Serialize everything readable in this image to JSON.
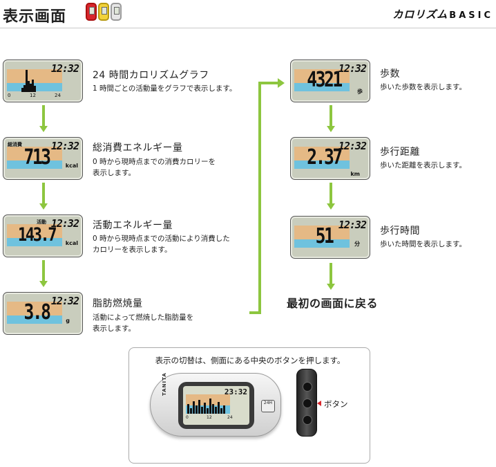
{
  "header": {
    "title": "表示画面",
    "brand": "カロリズム",
    "brand_suffix": "BASIC"
  },
  "screens_left": [
    {
      "title": "24 時間カロリズムグラフ",
      "desc_lines": [
        "1 時間ごとの活動量をグラフで表示します。"
      ],
      "clock": "12:32",
      "ticks": [
        "0",
        "12",
        "24"
      ]
    },
    {
      "title": "総消費エネルギー量",
      "desc_lines": [
        "0 時から現時点までの消費カロリーを",
        "表示します。"
      ],
      "clock": "12:32",
      "top_label": "総消費",
      "value": "713",
      "unit": "kcal"
    },
    {
      "title": "活動エネルギー量",
      "desc_lines": [
        "0 時から現時点までの活動により消費した",
        "カロリーを表示します。"
      ],
      "clock": "12:32",
      "top_label": "活動",
      "value": "143.7",
      "unit": "kcal"
    },
    {
      "title": "脂肪燃焼量",
      "desc_lines": [
        "活動によって燃焼した脂肪量を",
        "表示します。"
      ],
      "clock": "12:32",
      "value": "3.8",
      "unit": "g"
    }
  ],
  "screens_right": [
    {
      "title": "歩数",
      "desc_lines": [
        "歩いた歩数を表示します。"
      ],
      "clock": "12:32",
      "value": "4321",
      "unit": "歩"
    },
    {
      "title": "歩行距離",
      "desc_lines": [
        "歩いた距離を表示します。"
      ],
      "clock": "12:32",
      "value": "2.37",
      "unit": "km"
    },
    {
      "title": "歩行時間",
      "desc_lines": [
        "歩いた時間を表示します。"
      ],
      "clock": "12:32",
      "value": "51",
      "unit": "分"
    }
  ],
  "return_text": "最初の画面に戻る",
  "howto": {
    "text": "表示の切替は、側面にある中央のボタンを押します。",
    "device_clock": "23:32",
    "device_ticks": [
      "0",
      "12",
      "24"
    ],
    "device_brand": "TANITA",
    "device_badge": "24H",
    "button_label": "ボタン"
  },
  "colors": {
    "arrow": "#8dc63f",
    "lcd_orange": "#e5b985",
    "lcd_blue": "#6fc2de",
    "pointer_red": "#d8262c"
  }
}
